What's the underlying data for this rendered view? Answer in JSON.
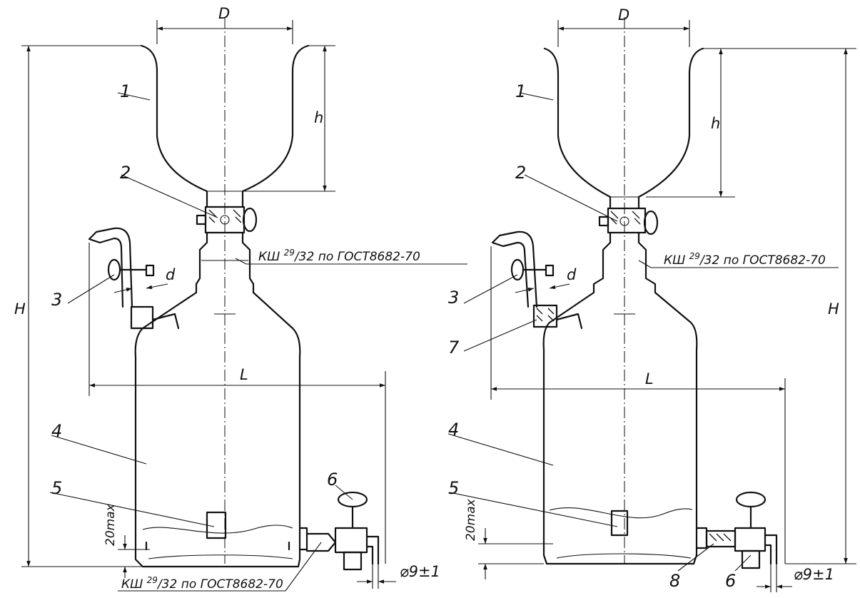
{
  "figures": [
    {
      "callouts": [
        "1",
        "2",
        "3",
        "4",
        "5",
        "6"
      ],
      "dimensions": {
        "D": "D",
        "h": "h",
        "H": "H",
        "d": "d",
        "L": "L",
        "level": "20max",
        "outlet": "⌀9±1"
      },
      "joint_top": {
        "prefix": "КШ ",
        "sup": "29",
        "size": "/32",
        "rest": " по ГОСТ8682-70"
      },
      "joint_bottom": {
        "prefix": "КШ ",
        "sup": "29",
        "size": "/32",
        "rest": " по ГОСТ8682-70"
      }
    },
    {
      "callouts": [
        "1",
        "2",
        "3",
        "7",
        "4",
        "5",
        "8",
        "6"
      ],
      "dimensions": {
        "D": "D",
        "h": "h",
        "H": "H",
        "d": "d",
        "L": "L",
        "level": "20max",
        "outlet": "⌀9±1"
      },
      "joint_top": {
        "prefix": "КШ ",
        "sup": "29",
        "size": "/32",
        "rest": " по ГОСТ8682-70"
      }
    }
  ]
}
